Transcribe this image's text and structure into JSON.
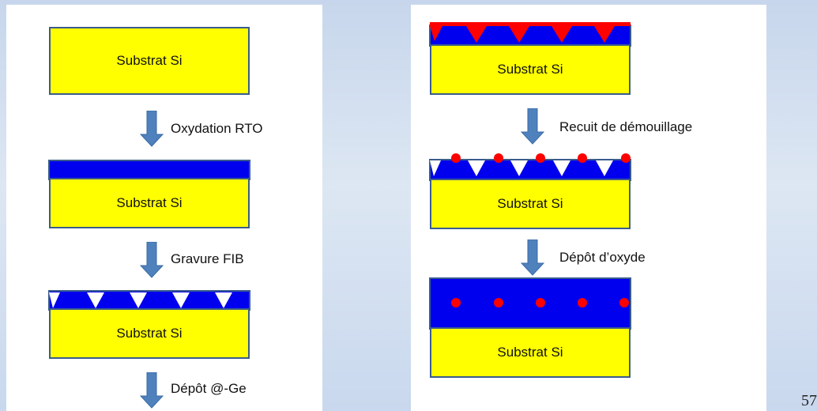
{
  "left_column": {
    "substrate_label": "Substrat Si",
    "step1": "Oxydation RTO",
    "step2": "Gravure FIB",
    "step3": "Dépôt @-Ge"
  },
  "right_column": {
    "substrate_label": "Substrat Si",
    "step4": "Recuit de démouillage",
    "step5": "Dépôt d’oxyde"
  },
  "page_number": "57",
  "colors": {
    "substrate": "#ffff00",
    "oxide": "#0000ee",
    "germanium": "#ff0000",
    "arrow": "#4f81bd"
  }
}
